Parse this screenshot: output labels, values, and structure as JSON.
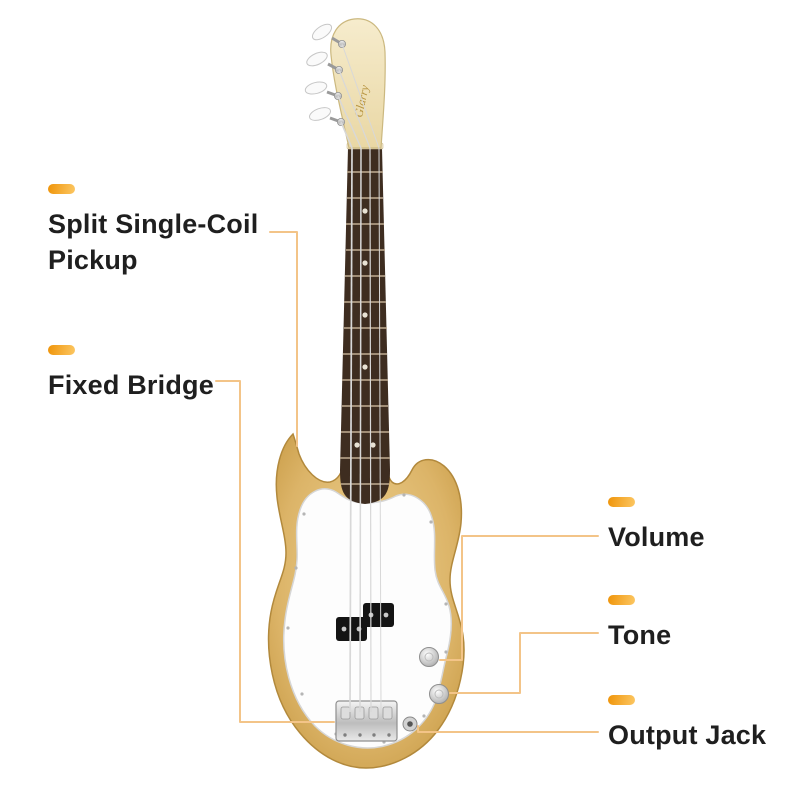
{
  "brand": "Glarry",
  "callouts": {
    "pickup": {
      "label": "Split Single-Coil Pickup"
    },
    "bridge": {
      "label": "Fixed Bridge"
    },
    "volume": {
      "label": "Volume"
    },
    "tone": {
      "label": "Tone"
    },
    "output_jack": {
      "label": "Output Jack"
    }
  },
  "colors": {
    "background": "#ffffff",
    "text": "#1f1f1f",
    "accent": "#f59b13",
    "accent-dark": "#ef9409",
    "accent-light": "#fcc763",
    "leader-line": "#f3c488",
    "wood": "#dcb468",
    "fretboard": "#3e2d20",
    "pickguard": "#fdfdfd",
    "pickup": "#141414",
    "chrome": "#cfcfcf"
  }
}
